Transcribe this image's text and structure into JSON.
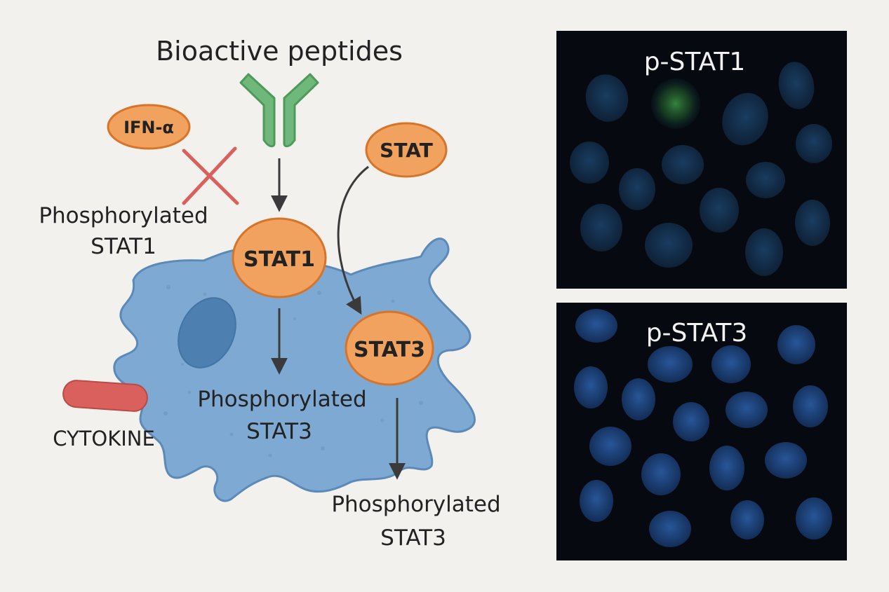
{
  "title": "Bioactive peptides",
  "nodes": {
    "ifn": "IFN-α",
    "stat": "STAT",
    "stat1": "STAT1",
    "stat3": "STAT3"
  },
  "labels": {
    "top_left_phospho_line1": "Phosphorylated",
    "top_left_phospho_line2": "STAT1",
    "cell_phospho_line1": "Phosphorylated",
    "cell_phospho_line2": "STAT3",
    "bottom_phospho_line1": "Phosphorylated",
    "bottom_phospho_line2": "STAT3",
    "cytokine": "CYTOKINE"
  },
  "panels": {
    "top_title": "p-STAT1",
    "bottom_title": "p-STAT3"
  },
  "colors": {
    "background": "#f3f1ee",
    "node_fill": "#f0a25e",
    "node_stroke": "#d8742a",
    "receptor_fill": "#6fb77a",
    "receptor_stroke": "#4d9a5a",
    "cell_fill": "#7ea9d3",
    "cell_stroke": "#5c8ab8",
    "nucleus_fill": "#4d7fb0",
    "cytokine_fill": "#d9605c",
    "cross": "#d9605c",
    "panel_bg": "#060a10",
    "nucleus_dim": "#173a63",
    "nucleus_bright": "#23508e",
    "green_signal": "#2f7a3c"
  },
  "icons": {
    "receptor": "y-shaped-receptor-icon",
    "block": "cross-icon"
  }
}
